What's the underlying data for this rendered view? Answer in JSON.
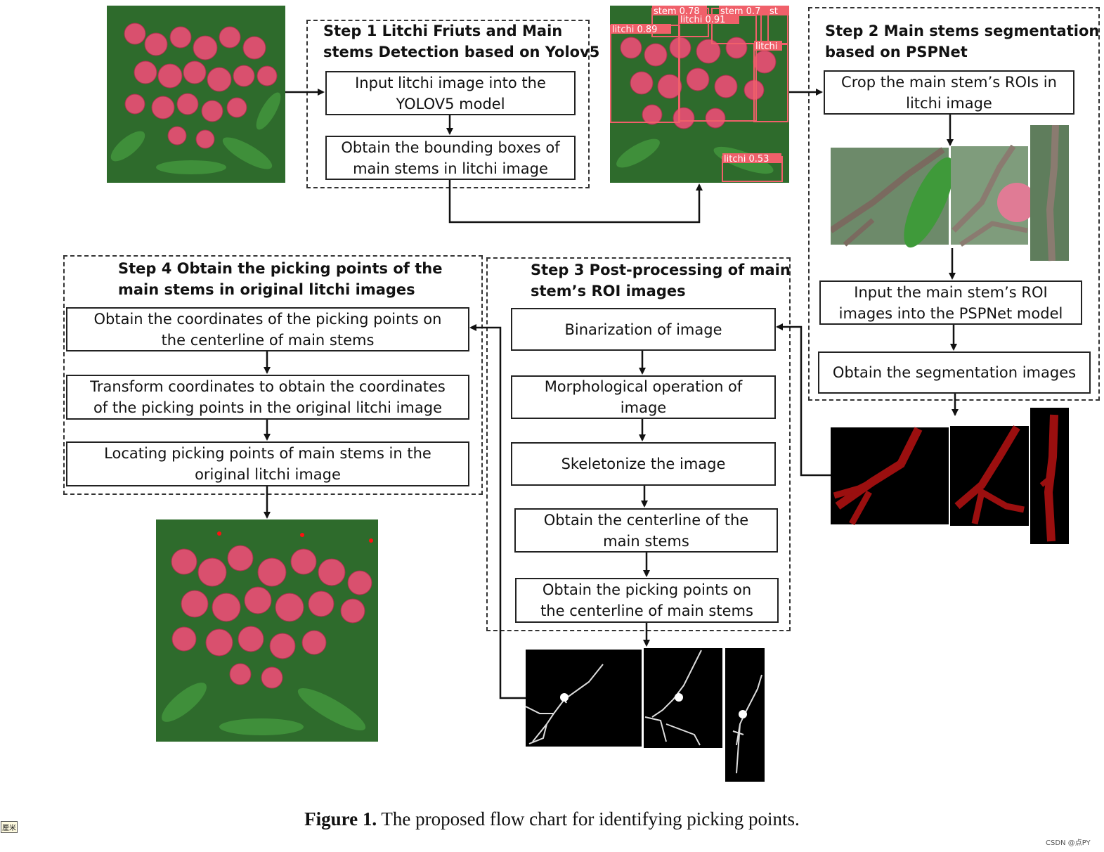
{
  "steps": {
    "step1": {
      "title": "Step 1 Litchi Friuts and Main\nstems Detection based on Yolov5",
      "boxes": [
        "Input litchi image into the\nYOLOV5 model",
        "Obtain the bounding boxes of\nmain stems in litchi image"
      ]
    },
    "step2": {
      "title": "Step 2 Main stems segmentation\nbased on PSPNet",
      "boxes": [
        "Crop the main stem’s ROIs in\nlitchi image",
        "Input the main stem’s ROI\nimages into the PSPNet model",
        "Obtain the segmentation images"
      ]
    },
    "step3": {
      "title": "Step 3 Post-processing of main\nstem’s ROI images",
      "boxes": [
        "Binarization of image",
        "Morphological operation of\nimage",
        "Skeletonize the image",
        "Obtain the centerline of the\nmain stems",
        "Obtain the picking points on\nthe centerline of main stems"
      ]
    },
    "step4": {
      "title": "Step 4  Obtain the picking points of the\nmain stems in original litchi images",
      "boxes": [
        "Obtain the coordinates of the picking points on\nthe  centerline of main stems",
        "Transform coordinates to obtain the coordinates\nof the picking points in the original litchi image",
        "Locating picking points of main stems in the\noriginal litchi image"
      ]
    }
  },
  "detections": [
    "stem 0.78",
    "stem 0.7",
    "litchi 0.91",
    "litchi 0.89",
    "litchi",
    "litchi 0.53",
    "st"
  ],
  "caption": {
    "label": "Figure 1.",
    "text": " The proposed flow chart for identifying picking points."
  },
  "watermark": "CSDN @点PY",
  "corner_badge": "厘米",
  "colors": {
    "litchi": "#d9506e",
    "leaf": "#2f7a32",
    "seg": "#9b0f0f",
    "detect_box": "#f0606a"
  }
}
